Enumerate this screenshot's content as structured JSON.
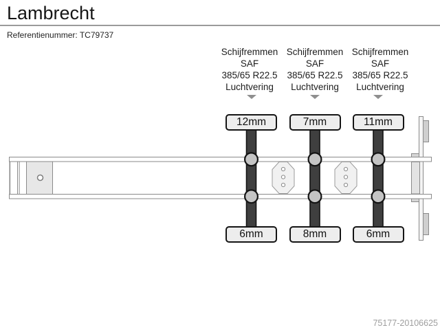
{
  "header": {
    "title": "Lambrecht",
    "reference": "Referentienummer: TC79737"
  },
  "axles": [
    {
      "spec": [
        "Schijfremmen",
        "SAF",
        "385/65 R22.5",
        "Luchtvering"
      ],
      "top_tread": "12mm",
      "bottom_tread": "6mm"
    },
    {
      "spec": [
        "Schijfremmen",
        "SAF",
        "385/65 R22.5",
        "Luchtvering"
      ],
      "top_tread": "7mm",
      "bottom_tread": "8mm"
    },
    {
      "spec": [
        "Schijfremmen",
        "SAF",
        "385/65 R22.5",
        "Luchtvering"
      ],
      "top_tread": "11mm",
      "bottom_tread": "6mm"
    }
  ],
  "footer": {
    "code": "75177-20106625"
  },
  "colors": {
    "divider": "#9a9a9a",
    "diagram_outline": "#8a8a8a",
    "axle_dark": "#3f3f3f",
    "hub_gray": "#c4c4c4",
    "label_fill": "#ededed",
    "text": "#1a1a1a",
    "muted_text": "#9e9e9e"
  }
}
